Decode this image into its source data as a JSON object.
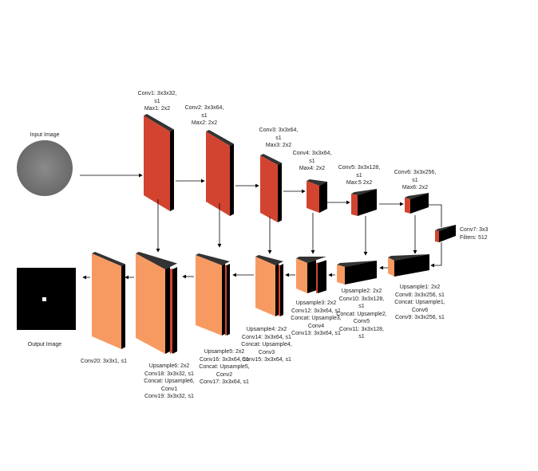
{
  "colors": {
    "encoder": "#D24430",
    "decoder": "#F79A62",
    "side": "#000000",
    "top": "#333333"
  },
  "input_label": "Input Image",
  "output_label": "Output Image",
  "encoder": {
    "conv1": "Conv1: 3x3x32,\ns1\nMax1: 2x2",
    "conv2": "Conv2: 3x3x64,\ns1\nMax2: 2x2",
    "conv3": "Conv3: 3x3x64,\ns1\nMax3: 2x2",
    "conv4": "Conv4: 3x3x64,\ns1\nMax4: 2x2",
    "conv5": "Conv5: 3x3x128,\ns1\nMax:5 2x2",
    "conv6": "Conv6: 3x3x256,\ns1\nMax6: 2x2",
    "conv7": "Conv7: 3x3\nFilters: 512"
  },
  "decoder": {
    "up1": "Upsample1: 2x2\nConv8: 3x3x256, s1\nConcat: Upsample1,\nConv6\nConv9: 3x3x256, s1",
    "up2": "Upsample2: 2x2\nConv10: 3x3x128,\ns1\nConcat: Upsample2,\nConv5\nConv11: 3x3x128,\ns1",
    "up3": "Upsample3: 2x2\nConv12: 3x3x64, s1\nConcat: Upsample3,\nConv4\nConv13: 3x3x64, s1",
    "up4": "Upsample4: 2x2\nConv14: 3x3x64, s1\nConcat: Upsample4,\nConv3\nConv15: 3x3x64, s1",
    "up5": "Upsample5: 2x2\nConv16: 3x3x64, s1\nConcat: Upsample5,\nConv2\nConv17: 3x3x64, s1",
    "up6": "Upsample6: 2x2\nConv18: 3x3x32, s1\nConcat: Upsample6,\nConv1\nConv19: 3x3x32, s1",
    "conv20": "Conv20: 3x3x1, s1"
  }
}
